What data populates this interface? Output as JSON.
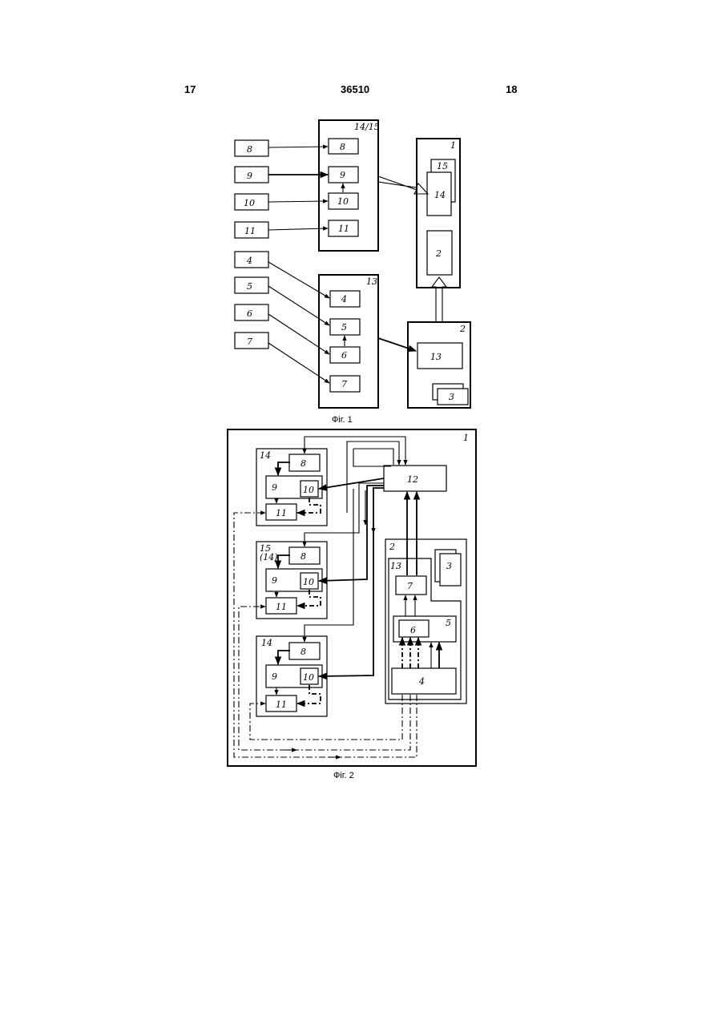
{
  "header": {
    "left_page": "17",
    "doc_number": "36510",
    "right_page": "18"
  },
  "fig1": {
    "caption": "Фіг. 1",
    "inputs": [
      "8",
      "9",
      "10",
      "11",
      "4",
      "5",
      "6",
      "7"
    ],
    "block_top": {
      "label": "14/15",
      "items": [
        "8",
        "9",
        "10",
        "11"
      ]
    },
    "block_bottom": {
      "label": "13",
      "items": [
        "4",
        "5",
        "6",
        "7"
      ]
    },
    "unit1": {
      "label": "1",
      "items": [
        "15",
        "14",
        "2"
      ]
    },
    "unit2": {
      "label": "2",
      "items": [
        "13",
        "3"
      ]
    }
  },
  "fig2": {
    "caption": "Фіг. 2",
    "outer_label": "1",
    "modules": [
      {
        "label": "14",
        "items": [
          "8",
          "9",
          "10",
          "11"
        ]
      },
      {
        "label": "15",
        "sublabel": "(14)",
        "items": [
          "8",
          "9",
          "10",
          "11"
        ]
      },
      {
        "label": "14",
        "items": [
          "8",
          "9",
          "10",
          "11"
        ]
      }
    ],
    "controller": "12",
    "unit2": {
      "label": "2",
      "card": "3",
      "block13": "13",
      "items": [
        "7",
        "5",
        "6",
        "4"
      ]
    }
  }
}
